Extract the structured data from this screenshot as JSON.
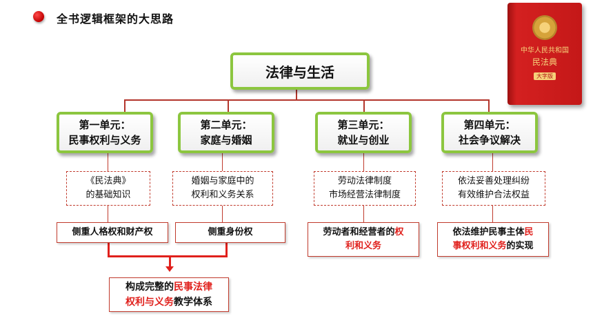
{
  "header": {
    "title": "全书逻辑框架的大思路"
  },
  "book": {
    "line1": "中华人民共和国",
    "line2": "民法典",
    "badge": "大字版"
  },
  "root": {
    "label": "法律与生活"
  },
  "units": [
    {
      "line1": "第一单元：",
      "line2": "民事权利与义务",
      "topic_line1": "《民法典》",
      "topic_line2": "的基础知识",
      "focus": "侧重人格权和财产权"
    },
    {
      "line1": "第二单元：",
      "line2": "家庭与婚姻",
      "topic_line1": "婚姻与家庭中的",
      "topic_line2": "权利和义务关系",
      "focus": "侧重身份权"
    },
    {
      "line1": "第三单元：",
      "line2": "就业与创业",
      "topic_line1": "劳动法律制度",
      "topic_line2": "市场经营法律制度",
      "focus_plain": "劳动者和经营者的",
      "focus_red": "权",
      "focus_red2": "利和义务"
    },
    {
      "line1": "第四单元：",
      "line2": "社会争议解决",
      "topic_line1": "依法妥善处理纠纷",
      "topic_line2": "有效维护合法权益",
      "focus_plain": "依法维护民事主体",
      "focus_red": "民",
      "focus_red2": "事权利和义务",
      "focus_tail": "的实现"
    }
  ],
  "summary": {
    "plain1": "构成完整的",
    "red1": "民事法律",
    "red2": "权利与义务",
    "plain2": "教学体系"
  }
}
